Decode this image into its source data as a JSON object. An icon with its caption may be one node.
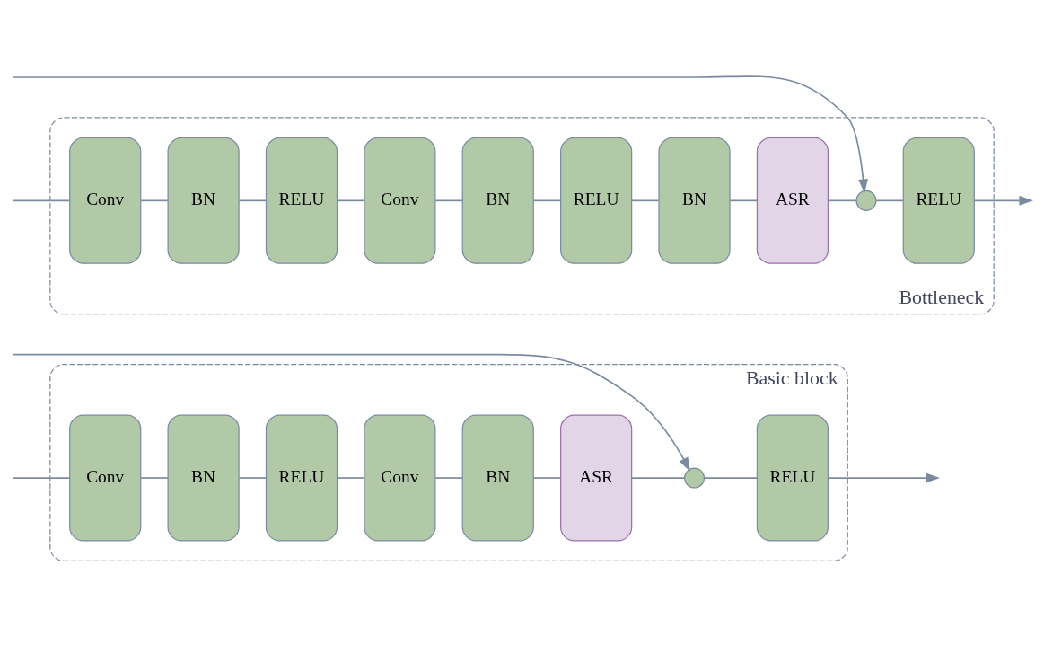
{
  "diagram": {
    "nodes": [
      {
        "text": [
          "Basic block"
        ]
      },
      {
        "text": [
          "Conv"
        ],
        "in": 0
      },
      {
        "text": [
          "BN"
        ],
        "in": 0
      },
      {
        "text": [
          "RELU"
        ],
        "in": 0
      },
      {
        "text": [
          "Conv"
        ],
        "in": 0
      },
      {
        "text": [
          "BN"
        ],
        "in": 0
      },
      {
        "text": [
          "ASR"
        ],
        "in": 0
      },
      {
        "text": [],
        "shape": "circle",
        "in": 0
      },
      {
        "text": [
          "RELU"
        ],
        "in": 0
      },
      {
        "text": [
          "Bottleneck"
        ]
      },
      {
        "text": [
          "Conv"
        ],
        "in": 9
      },
      {
        "text": [
          "BN"
        ],
        "in": 9
      },
      {
        "text": [
          "RELU"
        ],
        "in": 9
      },
      {
        "text": [
          "Conv"
        ],
        "in": 9
      },
      {
        "text": [
          "BN"
        ],
        "in": 9
      },
      {
        "text": [
          "RELU"
        ],
        "in": 9
      },
      {
        "text": [
          "BN"
        ],
        "in": 9
      },
      {
        "text": [
          "ASR"
        ],
        "in": 9
      },
      {
        "text": [],
        "shape": "circle",
        "in": 9
      },
      {
        "text": [
          "RELU"
        ],
        "in": 9
      }
    ],
    "edges": [
      {
        "from": null,
        "to": 1,
        "arrow": "none"
      },
      {
        "from": 1,
        "to": 2,
        "arrow": "none"
      },
      {
        "from": 2,
        "to": 3,
        "arrow": "none"
      },
      {
        "from": 3,
        "to": 4,
        "arrow": "none"
      },
      {
        "from": 4,
        "to": 5,
        "arrow": "none"
      },
      {
        "from": 5,
        "to": 6,
        "arrow": "none"
      },
      {
        "from": 6,
        "to": 7,
        "arrow": "none"
      },
      {
        "from": null,
        "to": 7,
        "arrow": "to"
      },
      {
        "from": 7,
        "to": 8,
        "arrow": "none"
      },
      {
        "from": 8,
        "to": null,
        "arrow": "to"
      },
      {
        "from": null,
        "to": 10,
        "arrow": "none"
      },
      {
        "from": 10,
        "to": 11,
        "arrow": "none"
      },
      {
        "from": 11,
        "to": 12,
        "arrow": "none"
      },
      {
        "from": 12,
        "to": 13,
        "arrow": "none"
      },
      {
        "from": 13,
        "to": 14,
        "arrow": "none"
      },
      {
        "from": 14,
        "to": 15,
        "arrow": "none"
      },
      {
        "from": 15,
        "to": 16,
        "arrow": "none"
      },
      {
        "from": 16,
        "to": 17,
        "arrow": "none"
      },
      {
        "from": 17,
        "to": 18,
        "arrow": "none"
      },
      {
        "from": null,
        "to": 18,
        "arrow": "to"
      },
      {
        "from": 18,
        "to": 19,
        "arrow": "none"
      },
      {
        "from": 19,
        "to": null,
        "arrow": "to"
      }
    ]
  }
}
